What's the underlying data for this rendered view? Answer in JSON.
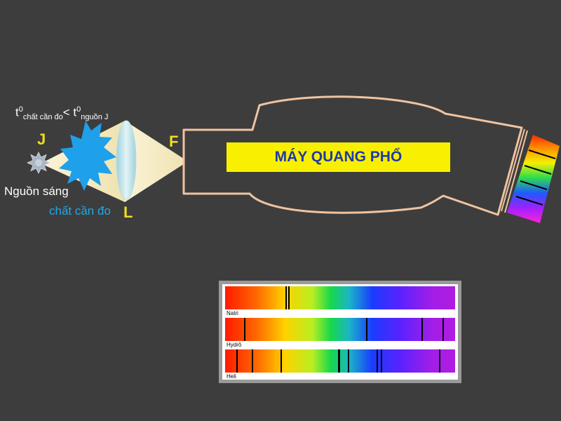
{
  "labels": {
    "condition": {
      "t_left": "t",
      "sup_left": "0",
      "sub_left": "chất cần đo",
      "lt": "< t",
      "sup_right": "0",
      "sub_right": "nguồn J"
    },
    "source_symbol": "J",
    "lens_symbol": "L",
    "slit_symbol": "F",
    "light_source": "Nguồn sáng",
    "substance": "chất cần đo",
    "machine_title": "MÁY QUANG PHỔ"
  },
  "colors": {
    "background": "#3d3d3d",
    "symbol_yellow": "#f2dd1f",
    "substance_blue": "#23a8e8",
    "title_band": "#f8f000",
    "title_text": "#1e3aa8",
    "machine_outline": "#f0c3a0"
  },
  "spectra": [
    {
      "name": "Natri",
      "lines": [
        0.262,
        0.273
      ]
    },
    {
      "name": "Hydrô",
      "lines": [
        0.082,
        0.612,
        0.855,
        0.945
      ]
    },
    {
      "name": "Heli",
      "lines": [
        0.05,
        0.115,
        0.24,
        0.49,
        0.495,
        0.535,
        0.66,
        0.678,
        0.93
      ]
    }
  ],
  "icons": [
    "star-light-source-icon",
    "burst-substance-icon",
    "lens-icon",
    "spectrum-screen-icon"
  ]
}
